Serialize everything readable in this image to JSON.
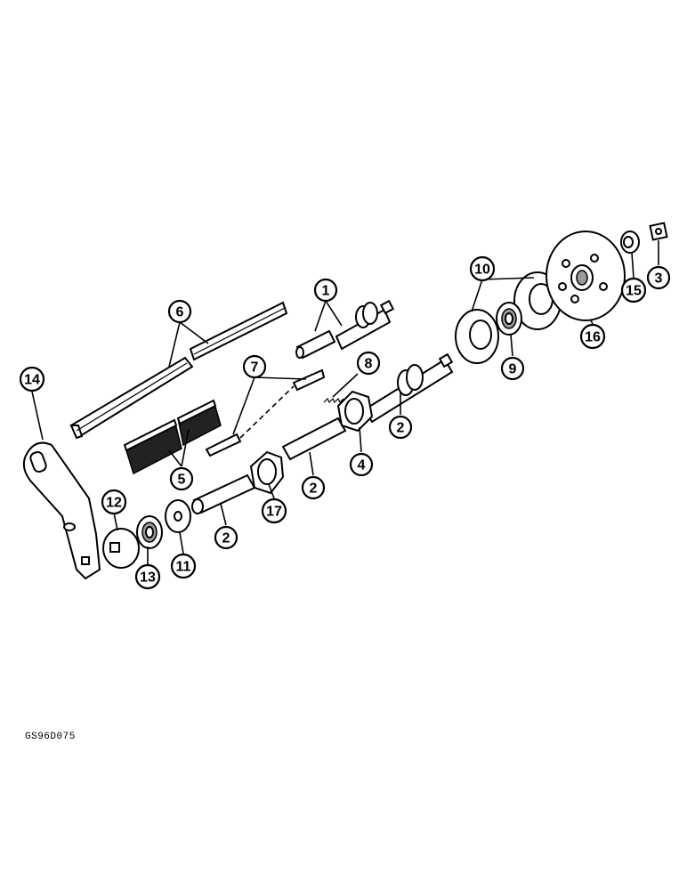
{
  "figure_code": "GS96D075",
  "callouts": [
    {
      "id": "c1",
      "label": "1"
    },
    {
      "id": "c2a",
      "label": "2"
    },
    {
      "id": "c2b",
      "label": "2"
    },
    {
      "id": "c2c",
      "label": "2"
    },
    {
      "id": "c3",
      "label": "3"
    },
    {
      "id": "c4",
      "label": "4"
    },
    {
      "id": "c5",
      "label": "5"
    },
    {
      "id": "c6",
      "label": "6"
    },
    {
      "id": "c7",
      "label": "7"
    },
    {
      "id": "c8",
      "label": "8"
    },
    {
      "id": "c9",
      "label": "9"
    },
    {
      "id": "c10",
      "label": "10"
    },
    {
      "id": "c11",
      "label": "11"
    },
    {
      "id": "c12",
      "label": "12"
    },
    {
      "id": "c13",
      "label": "13"
    },
    {
      "id": "c14",
      "label": "14"
    },
    {
      "id": "c15",
      "label": "15"
    },
    {
      "id": "c16",
      "label": "16"
    },
    {
      "id": "c17",
      "label": "17"
    }
  ]
}
